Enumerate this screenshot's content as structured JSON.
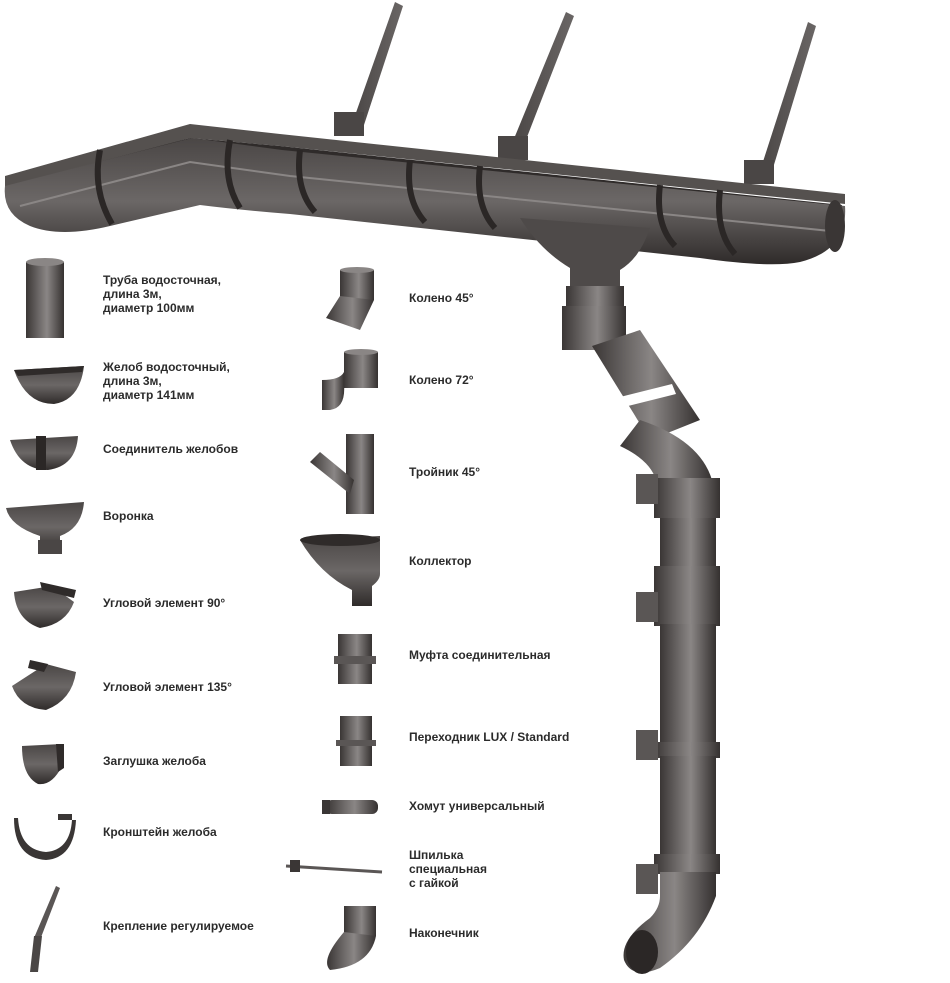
{
  "colors": {
    "metal_dark": "#3e3a39",
    "metal_mid": "#5a5655",
    "metal_light": "#7d7978",
    "highlight": "#a19d9c",
    "text": "#2b2b2b",
    "background": "#ffffff"
  },
  "parts_left": [
    {
      "id": "pipe",
      "icon": "downpipe-icon",
      "label": "Труба водосточная,\nдлина 3м,\nдиаметр 100мм"
    },
    {
      "id": "gutter",
      "icon": "gutter-icon",
      "label": "Желоб водосточный,\nдлина 3м,\nдиаметр 141мм"
    },
    {
      "id": "gutter-connector",
      "icon": "gutter-connector-icon",
      "label": "Соединитель желобов"
    },
    {
      "id": "funnel",
      "icon": "funnel-icon",
      "label": "Воронка"
    },
    {
      "id": "corner-90",
      "icon": "corner-90-icon",
      "label": "Угловой элемент 90°"
    },
    {
      "id": "corner-135",
      "icon": "corner-135-icon",
      "label": "Угловой элемент 135°"
    },
    {
      "id": "end-cap",
      "icon": "end-cap-icon",
      "label": "Заглушка желоба"
    },
    {
      "id": "bracket",
      "icon": "bracket-icon",
      "label": "Кронштейн желоба"
    },
    {
      "id": "adjustable-mount",
      "icon": "adjustable-mount-icon",
      "label": "Крепление регулируемое"
    }
  ],
  "parts_right": [
    {
      "id": "elbow-45",
      "icon": "elbow-45-icon",
      "label": "Колено 45°"
    },
    {
      "id": "elbow-72",
      "icon": "elbow-72-icon",
      "label": "Колено 72°"
    },
    {
      "id": "tee-45",
      "icon": "tee-45-icon",
      "label": "Тройник 45°"
    },
    {
      "id": "collector",
      "icon": "collector-icon",
      "label": "Коллектор"
    },
    {
      "id": "coupling",
      "icon": "coupling-icon",
      "label": "Муфта соединительная"
    },
    {
      "id": "adapter",
      "icon": "adapter-icon",
      "label": "Переходник LUX / Standard"
    },
    {
      "id": "clamp",
      "icon": "clamp-icon",
      "label": "Хомут универсальный"
    },
    {
      "id": "stud",
      "icon": "stud-icon",
      "label": "Шпилька\nспециальная\nс гайкой"
    },
    {
      "id": "outlet",
      "icon": "outlet-icon",
      "label": "Наконечник"
    }
  ]
}
